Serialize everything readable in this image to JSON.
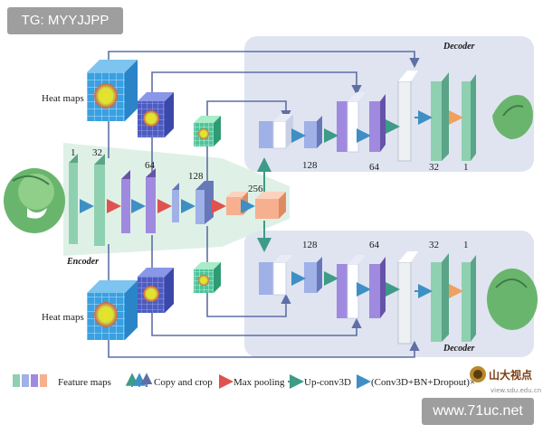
{
  "watermark": {
    "tag": "TG: MYYJJPP",
    "url": "www.71uc.net",
    "logo_text": "山大视点",
    "logo_sub": "view.sdu.edu.cn"
  },
  "sections": {
    "decoder_top": "Decoder",
    "decoder_bottom": "Decoder",
    "encoder": "Encoder"
  },
  "heat_maps": {
    "top": "Heat maps",
    "bottom": "Heat maps"
  },
  "channels": {
    "enc": [
      "1",
      "32",
      "64",
      "128",
      "256"
    ],
    "dec_top": [
      "128",
      "64",
      "32",
      "1"
    ],
    "dec_bottom": [
      "128",
      "64",
      "32",
      "1"
    ]
  },
  "legend": {
    "feature_maps": "Feature maps",
    "copy_crop": "Copy and crop",
    "max_pool": "Max pooling",
    "upconv": "Up-conv3D",
    "conv": "(Conv3D+BN+Dropout)×"
  },
  "colors": {
    "teal_block": "#7fc3a1",
    "purple_block": "#8b78c9",
    "blue_block": "#8fa5d6",
    "salmon_block": "#f6b08f",
    "decoder_bg": "#dfe4f0",
    "arrow_red": "#e0524f",
    "arrow_teal": "#3d9b87",
    "arrow_blue": "#3e8fc4",
    "copy_line": "#5f6fa6"
  }
}
